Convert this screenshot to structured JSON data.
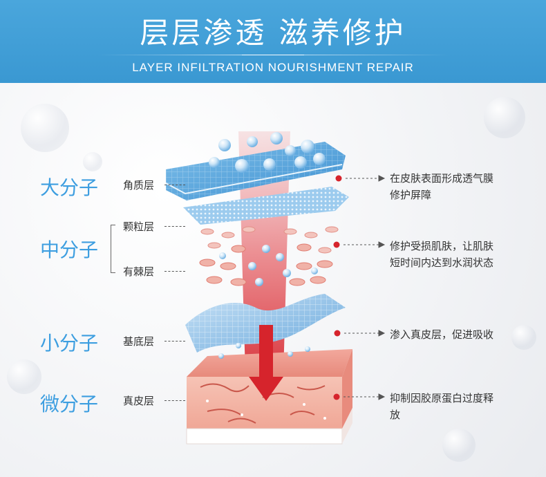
{
  "header": {
    "title": "层层渗透 滋养修护",
    "subtitle": "LAYER INFILTRATION NOURISHMENT REPAIR",
    "bg_color": "#3d9dd8"
  },
  "colors": {
    "accent_blue": "#3d9ee0",
    "marker_red": "#d6242c",
    "text": "#333333"
  },
  "molecules": [
    {
      "label": "大分子"
    },
    {
      "label": "中分子"
    },
    {
      "label": "小分子"
    },
    {
      "label": "微分子"
    }
  ],
  "layers": [
    {
      "name": "角质层"
    },
    {
      "name": "颗粒层"
    },
    {
      "name": "有棘层"
    },
    {
      "name": "基底层"
    },
    {
      "name": "真皮层"
    }
  ],
  "descriptions": [
    {
      "line1": "在皮肤表面形成透气膜",
      "line2": "修护屏障"
    },
    {
      "line1": "修护受损肌肤，让肌肤",
      "line2": "短时间内达到水润状态"
    },
    {
      "line1": "渗入真皮层，促进吸收",
      "line2": ""
    },
    {
      "line1": "抑制因胶原蛋白过度释",
      "line2": "放"
    }
  ],
  "icons": {
    "marker": "red-dot-icon",
    "arrow": "arrow-right-icon",
    "penetration": "arrow-down-icon"
  }
}
